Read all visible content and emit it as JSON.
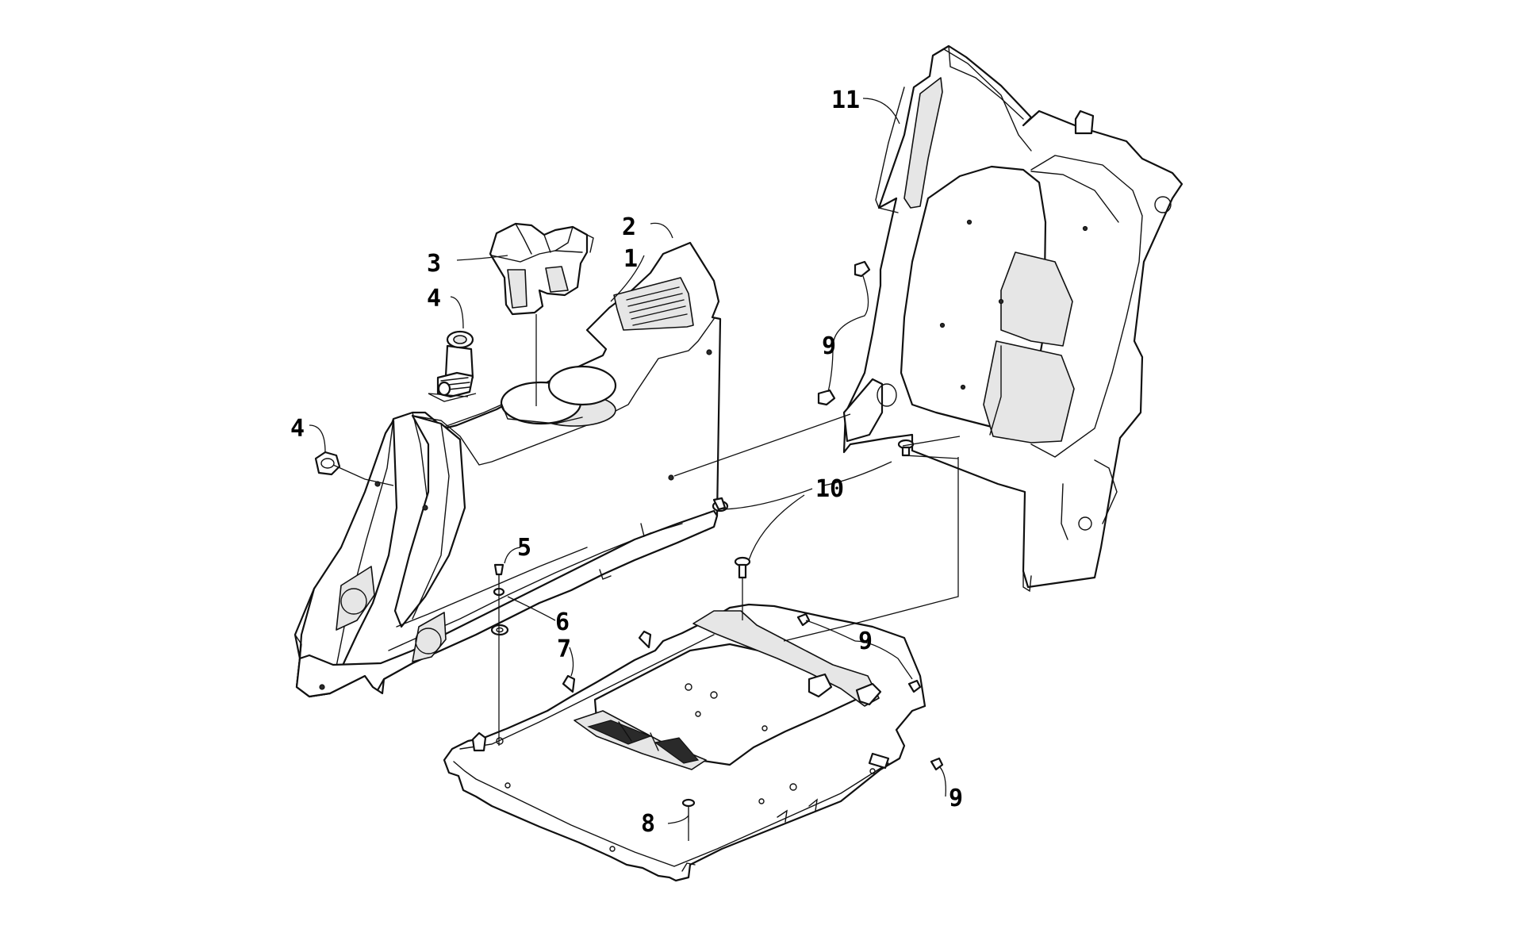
{
  "diagram": {
    "colors": {
      "line": "#111111",
      "background": "#ffffff",
      "shade": "#e6e6e6"
    },
    "callouts": [
      {
        "id": "c1",
        "label": "1"
      },
      {
        "id": "c2",
        "label": "2"
      },
      {
        "id": "c3",
        "label": "3"
      },
      {
        "id": "c4a",
        "label": "4"
      },
      {
        "id": "c4b",
        "label": "4"
      },
      {
        "id": "c5",
        "label": "5"
      },
      {
        "id": "c6",
        "label": "6"
      },
      {
        "id": "c7",
        "label": "7"
      },
      {
        "id": "c8",
        "label": "8"
      },
      {
        "id": "c9a",
        "label": "9"
      },
      {
        "id": "c9b",
        "label": "9"
      },
      {
        "id": "c9c",
        "label": "9"
      },
      {
        "id": "c10",
        "label": "10"
      },
      {
        "id": "c11",
        "label": "11"
      }
    ]
  }
}
